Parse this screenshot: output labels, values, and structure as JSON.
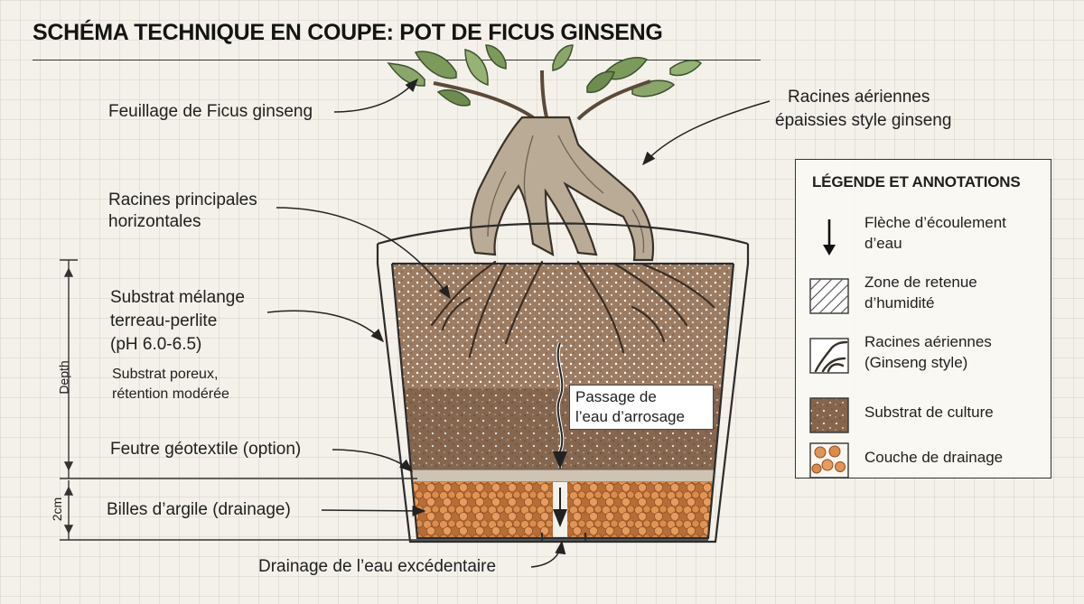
{
  "title": "SCHÉMA TECHNIQUE EN COUPE: POT DE FICUS GINSENG",
  "labels": {
    "feuillage": "Feuillage de Ficus ginseng",
    "aeriennes_line1": "Racines aériennes",
    "aeriennes_line2": "épaissies style ginseng",
    "principales_line1": "Racines principales",
    "principales_line2": "horizontales",
    "substrat_line1": "Substrat mélange",
    "substrat_line2": "terreau-perlite",
    "substrat_line3": "(pH 6.0-6.5)",
    "substrat_note1": "Substrat poreux,",
    "substrat_note2": "rétention modérée",
    "feutre": "Feutre géotextile (option)",
    "billes": "Billes d’argile (drainage)",
    "drainage": "Drainage de l’eau excédentaire",
    "passage_line1": "Passage de",
    "passage_line2": "l’eau d’arrosage"
  },
  "axis": {
    "depth": "Depth",
    "drain_height": "2cm"
  },
  "legend": {
    "title": "LÉGENDE ET ANNOTATIONS",
    "items": [
      {
        "symbol": "arrow-down-icon",
        "line1": "Flèche d’écoulement",
        "line2": "d’eau"
      },
      {
        "symbol": "hatch-swatch-icon",
        "line1": "Zone de retenue",
        "line2": "d’humidité"
      },
      {
        "symbol": "root-sketch-icon",
        "line1": "Racines aériennes",
        "line2": "(Ginseng style)"
      },
      {
        "symbol": "substrate-swatch-icon",
        "line1": "Substrat de culture",
        "line2": ""
      },
      {
        "symbol": "clay-pebbles-icon",
        "line1": "Couche de drainage",
        "line2": ""
      }
    ]
  },
  "colors": {
    "soil": "#8a6a52",
    "soil_dark": "#5e4636",
    "clay": "#d9894a",
    "root": "#a89a86",
    "leaf": "#7c9a5c",
    "pot_outline": "#2c2c2c"
  }
}
